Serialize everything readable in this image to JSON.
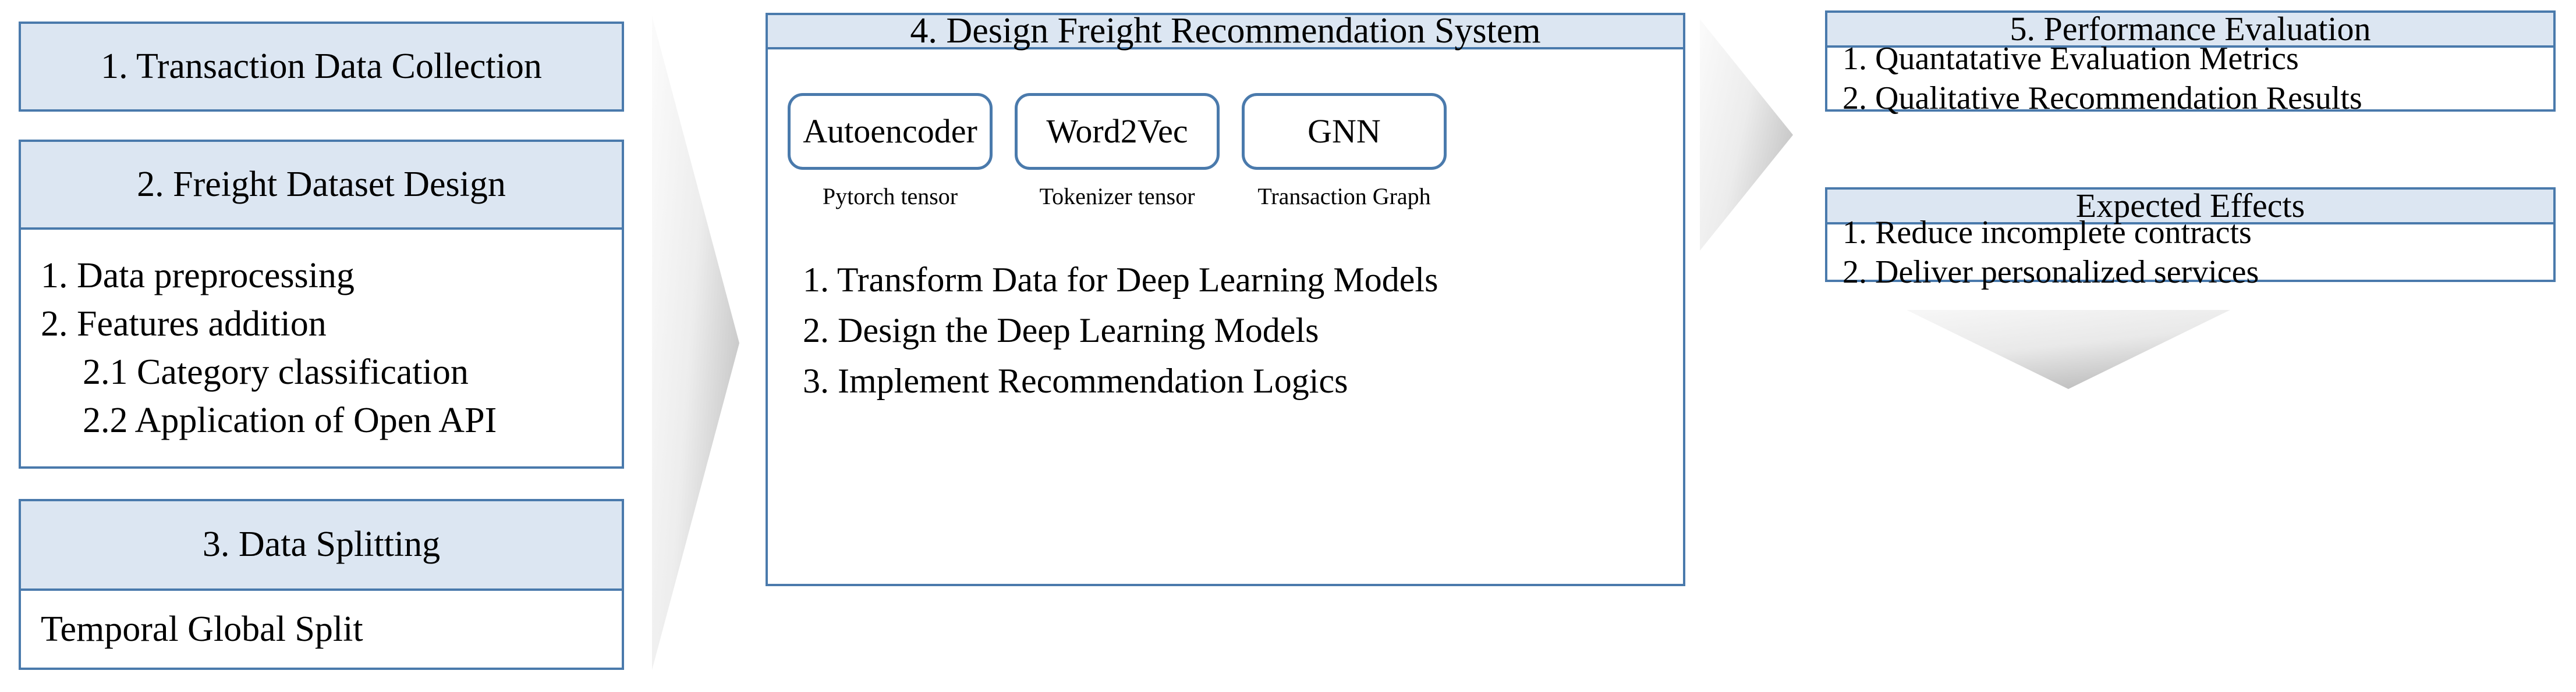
{
  "diagram": {
    "title_semantic": "freight-recommendation-research-pipeline",
    "theme": {
      "header_fill": "#dce6f2",
      "border": "#4a7aac",
      "body_fill": "#ffffff",
      "arrow_fill_light": "#f2f2f2",
      "arrow_fill_dark": "#bfbfbf",
      "text": "#000000"
    }
  },
  "left_column": {
    "step1": {
      "header": "1. Transaction Data Collection"
    },
    "step2": {
      "header": "2. Freight Dataset Design",
      "items": [
        "1. Data preprocessing",
        "2. Features addition",
        "2.1 Category classification",
        "2.2 Application of Open API"
      ]
    },
    "step3": {
      "header": "3. Data Splitting",
      "items": [
        "Temporal Global Split"
      ]
    }
  },
  "middle_column": {
    "step4": {
      "header": "4. Design Freight Recommendation System",
      "models": [
        {
          "name": "Autoencoder",
          "caption": "Pytorch tensor"
        },
        {
          "name": "Word2Vec",
          "caption": "Tokenizer tensor"
        },
        {
          "name": "GNN",
          "caption": "Transaction Graph"
        }
      ],
      "steps": [
        "1. Transform Data for Deep Learning Models",
        "2. Design the Deep Learning Models",
        "3. Implement Recommendation Logics"
      ]
    }
  },
  "right_column": {
    "step5": {
      "header": "5. Performance Evaluation",
      "items": [
        "1. Quantatative Evaluation Metrics",
        "2. Qualitative Recommendation Results"
      ]
    },
    "expected_effects": {
      "header": "Expected Effects",
      "items": [
        "1. Reduce incomplete contracts",
        "2. Deliver personalized services"
      ]
    }
  },
  "arrows": {
    "left_to_middle": "arrow-right-icon",
    "middle_to_right": "arrow-right-icon",
    "evaluation_to_effects": "arrow-down-icon"
  }
}
